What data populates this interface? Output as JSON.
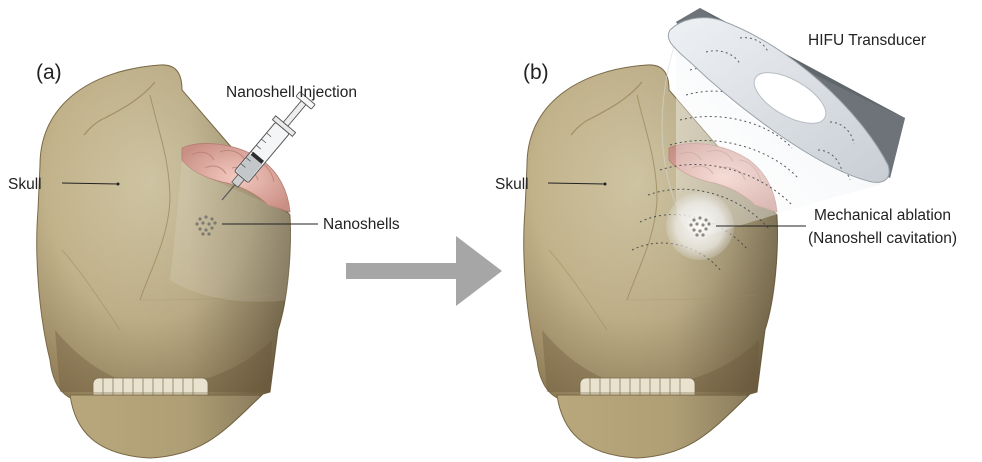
{
  "panel_a": {
    "label": "(a)",
    "skull_label": "Skull",
    "injection_label": "Nanoshell Injection",
    "nanoshells_label": "Nanoshells"
  },
  "panel_b": {
    "label": "(b)",
    "skull_label": "Skull",
    "transducer_label": "HIFU Transducer",
    "ablation_label_line1": "Mechanical ablation",
    "ablation_label_line2": "(Nanoshell cavitation)"
  },
  "colors": {
    "bone": "#c9bb94",
    "bone_shadow": "#8f7c58",
    "brain": "#eab7ad",
    "arrow": "#a6a6a6",
    "transducer_rim": "#6d7378",
    "transducer_face": "#dde1e5"
  }
}
